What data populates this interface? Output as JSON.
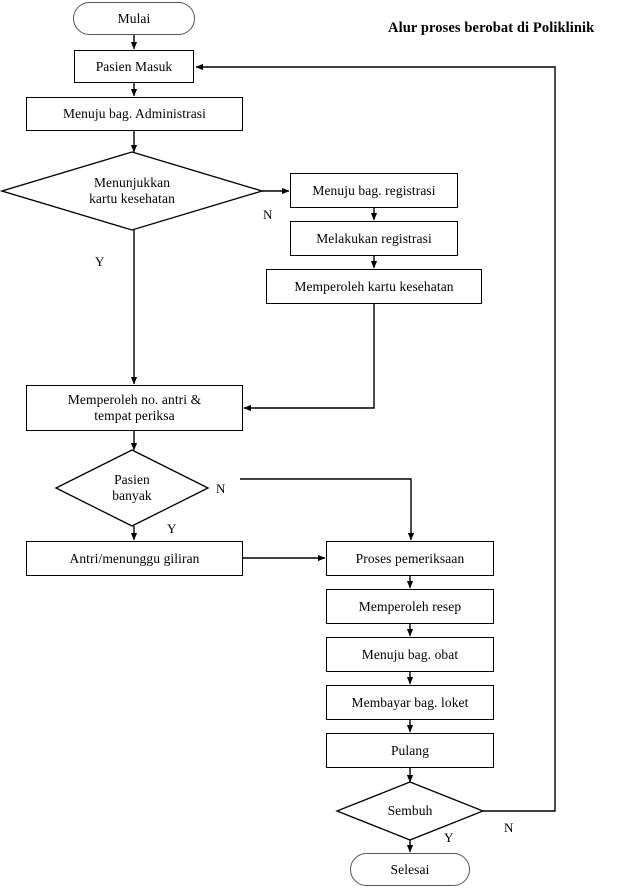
{
  "diagram": {
    "title": "Alur proses berobat di Poliklinik",
    "type": "flowchart",
    "language": "id",
    "nodes": {
      "mulai": {
        "label": "Mulai",
        "shape": "terminator"
      },
      "pasien_masuk": {
        "label": "Pasien Masuk",
        "shape": "process"
      },
      "administrasi": {
        "label": "Menuju bag. Administrasi",
        "shape": "process"
      },
      "kartu_cek": {
        "label": "Menunjukkan\nkartu kesehatan",
        "shape": "decision"
      },
      "registrasi_menuju": {
        "label": "Menuju bag. registrasi",
        "shape": "process"
      },
      "registrasi_lakukan": {
        "label": "Melakukan registrasi",
        "shape": "process"
      },
      "kartu_peroleh": {
        "label": "Memperoleh kartu kesehatan",
        "shape": "process"
      },
      "antri_no": {
        "label": "Memperoleh no. antri &\ntempat periksa",
        "shape": "process"
      },
      "pasien_banyak": {
        "label": "Pasien\nbanyak",
        "shape": "decision"
      },
      "antri_tunggu": {
        "label": "Antri/menunggu giliran",
        "shape": "process"
      },
      "pemeriksaan": {
        "label": "Proses pemeriksaan",
        "shape": "process"
      },
      "resep": {
        "label": "Memperoleh resep",
        "shape": "process"
      },
      "obat": {
        "label": "Menuju bag. obat",
        "shape": "process"
      },
      "loket": {
        "label": "Membayar bag. loket",
        "shape": "process"
      },
      "pulang": {
        "label": "Pulang",
        "shape": "process"
      },
      "sembuh": {
        "label": "Sembuh",
        "shape": "decision"
      },
      "selesai": {
        "label": "Selesai",
        "shape": "terminator"
      }
    },
    "edge_labels": {
      "kartu_cek_no": "N",
      "kartu_cek_yes": "Y",
      "pasien_banyak_no": "N",
      "pasien_banyak_yes": "Y",
      "sembuh_no": "N",
      "sembuh_yes": "Y"
    },
    "colors": {
      "stroke": "#000000",
      "terminator_stroke": "#555555",
      "fill": "#ffffff",
      "text": "#000000"
    }
  }
}
